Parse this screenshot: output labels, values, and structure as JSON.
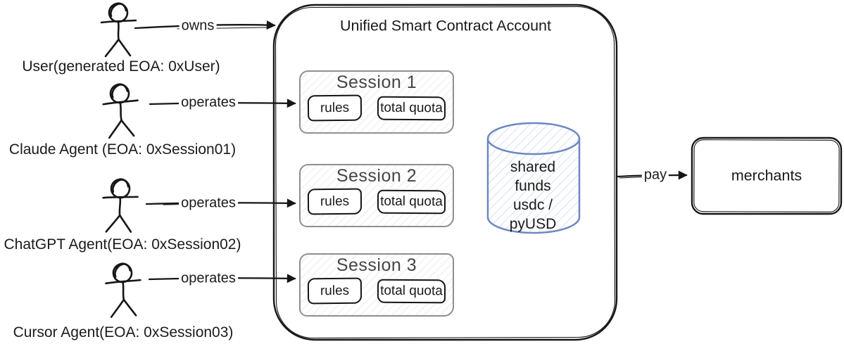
{
  "diagram": {
    "title": "Unified Smart Contract Account",
    "actors": [
      {
        "label": "User(generated EOA: 0xUser)",
        "edge_label": "owns"
      },
      {
        "label": "Claude Agent (EOA: 0xSession01)",
        "edge_label": "operates"
      },
      {
        "label": "ChatGPT Agent(EOA: 0xSession02)",
        "edge_label": "operates"
      },
      {
        "label": "Cursor Agent(EOA: 0xSession03)",
        "edge_label": "operates"
      }
    ],
    "sessions": [
      {
        "title": "Session 1",
        "rules": "rules",
        "quota": "total quota"
      },
      {
        "title": "Session 2",
        "rules": "rules",
        "quota": "total quota"
      },
      {
        "title": "Session 3",
        "rules": "rules",
        "quota": "total quota"
      }
    ],
    "shared_funds": {
      "text": "shared\nfunds\nusdc /\npyUSD"
    },
    "pay_edge_label": "pay",
    "merchants_label": "merchants",
    "colors": {
      "ink": "#161616",
      "session_border": "#8f8f8f",
      "cylinder_stroke": "#6d87c2",
      "cylinder_hatch": "#ccd9ee"
    }
  }
}
